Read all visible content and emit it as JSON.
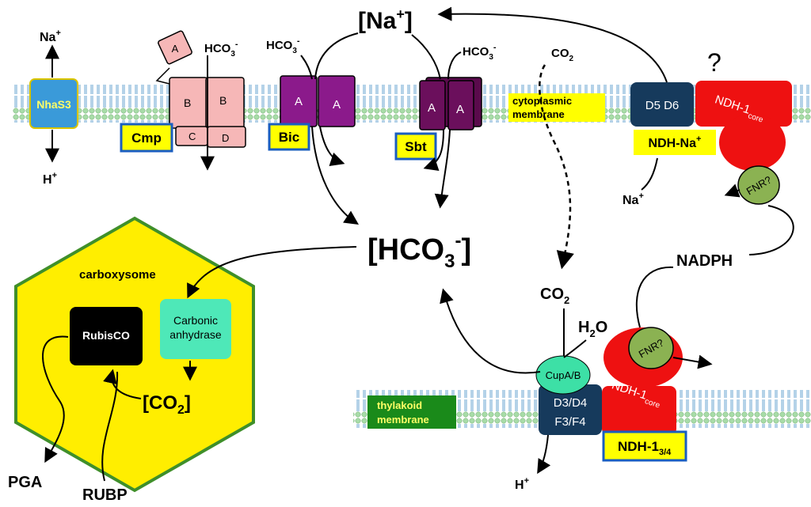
{
  "ions": {
    "na_top": "[Na",
    "na_top_sup": "+",
    "na_top_close": "]",
    "hco3_center": "[HCO",
    "hco3_center_sub": "3",
    "hco3_center_sup": "-",
    "hco3_center_close": "]",
    "na_left": "Na",
    "na_left_sup": "+",
    "h_left": "H",
    "h_left_sup": "+",
    "na_ndh": "Na",
    "na_ndh_sup": "+",
    "h_bottom": "H",
    "h_bottom_sup": "+",
    "hco3_label": "HCO",
    "hco3_label_sub": "3",
    "hco3_label_sup": "-",
    "co2_top": "CO",
    "co2_top_sub": "2",
    "co2_mid": "CO",
    "co2_mid_sub": "2",
    "h2o": "H",
    "h2o_sub": "2",
    "h2o_end": "O",
    "nadph": "NADPH",
    "pga": "PGA",
    "rubp": "RUBP"
  },
  "transporters": {
    "nhas3": "NhaS3",
    "cmp": "Cmp",
    "cmp_a": "A",
    "cmp_b1": "B",
    "cmp_b2": "B",
    "cmp_c": "C",
    "cmp_d": "D",
    "bic": "Bic",
    "bic_a1": "A",
    "bic_a2": "A",
    "sbt": "Sbt",
    "sbt_a1": "A",
    "sbt_a2": "A",
    "d5d6": "D5 D6",
    "ndh_na": "NDH-Na",
    "ndh_na_sup": "+",
    "question": "?",
    "ndh1_core_top": "NDH-1",
    "ndh1_core_top_sub": "core",
    "fnr_top": "FNR?",
    "fnr_bottom": "FNR?",
    "ndh1_core_bottom": "NDH-1",
    "ndh1_core_bottom_sub": "core",
    "cupab": "CupA/B",
    "d3d4": "D3/D4",
    "f3f4": "F3/F4",
    "ndh134": "NDH-1",
    "ndh134_sub": "3/4"
  },
  "membranes": {
    "cyto_line1": "cytoplasmic",
    "cyto_line2": "membrane",
    "thyl_line1": "thylakoid",
    "thyl_line2": "membrane"
  },
  "carboxysome": {
    "label": "carboxysome",
    "rubisco": "RubisCO",
    "ca_line1": "Carbonic",
    "ca_line2": "anhydrase",
    "co2": "[CO",
    "co2_sub": "2",
    "co2_close": "]"
  },
  "colors": {
    "membrane_head": "#a8dca8",
    "membrane_tail": "#6aa6d0",
    "nhas3": "#3a9ad9",
    "cmp": "#f6b7b7",
    "bic": "#8b1a8b",
    "sbt": "#6b0f5c",
    "ndh_navy": "#163a5c",
    "ndh_red": "#ee1111",
    "fnr": "#8bb252",
    "cupab": "#3de0a6",
    "carboxysome": "#ffee00",
    "carboxysome_border": "#3f8f2a",
    "anhydrase": "#4ee8b8",
    "label_yellow": "#ffff00",
    "label_green": "#1a8a1a",
    "box_border": "#1a5ec0"
  }
}
